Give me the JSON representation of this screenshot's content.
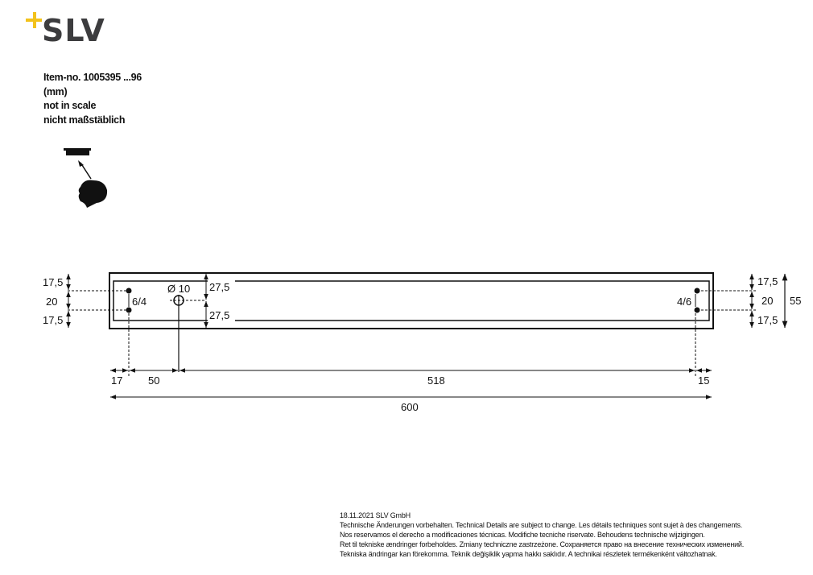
{
  "brand": {
    "name": "SLV",
    "accent_color": "#f2c21b",
    "text_color": "#3c3c3e"
  },
  "header": {
    "item_no": "Item-no. 1005395 ...96",
    "unit": "(mm)",
    "scale_en": "not in scale",
    "scale_de": "nicht maßstäblich"
  },
  "drawing": {
    "left_dims": [
      "17,5",
      "20",
      "17,5"
    ],
    "left_hole_label": "6/4",
    "center_hole_label": "Ø 10",
    "height_dims": [
      "27,5",
      "27,5"
    ],
    "right_hole_label": "4/6",
    "right_dims": [
      "17,5",
      "20",
      "17,5"
    ],
    "total_height": "55",
    "bottom_dims": [
      "17",
      "50",
      "518",
      "15"
    ],
    "total_length": "600"
  },
  "footer": {
    "date_company": "18.11.2021   SLV GmbH",
    "lines": [
      "Technische Änderungen vorbehalten. Technical Details are subject to change. Les détails techniques sont sujet à des changements.",
      "Nos reservamos el derecho a modificaciones técnicas. Modifiche tecniche riservate. Behoudens technische wijzigingen.",
      "Ret til tekniske ændringer forbeholdes. Zmiany techniczne zastrzeżone. Сохраняется право на внесение технических изменений.",
      "Tekniska ändringar kan förekomma. Teknik değişiklik yapma hakkı saklıdır. A technikai részletek termékenként változhatnak."
    ]
  }
}
